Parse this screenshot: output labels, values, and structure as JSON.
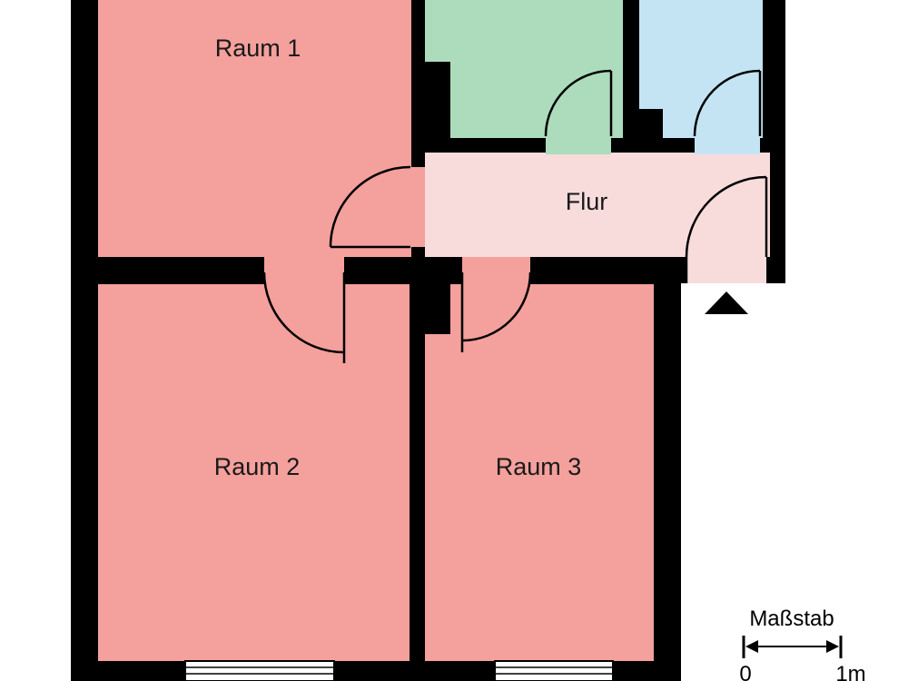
{
  "rooms": {
    "raum1": {
      "label": "Raum 1",
      "color": "#f4a09c"
    },
    "raum2": {
      "label": "Raum 2",
      "color": "#f4a09c"
    },
    "raum3": {
      "label": "Raum 3",
      "color": "#f4a09c"
    },
    "kitchen": {
      "label": "",
      "color": "#acdcbc"
    },
    "bath": {
      "label": "",
      "color": "#c4e4f4"
    },
    "flur": {
      "label": "Flur",
      "color": "#f8dcdc"
    }
  },
  "wall_color": "#000000",
  "entrance_marker": "entrance-triangle-icon",
  "scale": {
    "title": "Maßstab",
    "start_label": "0",
    "end_label": "1m"
  }
}
